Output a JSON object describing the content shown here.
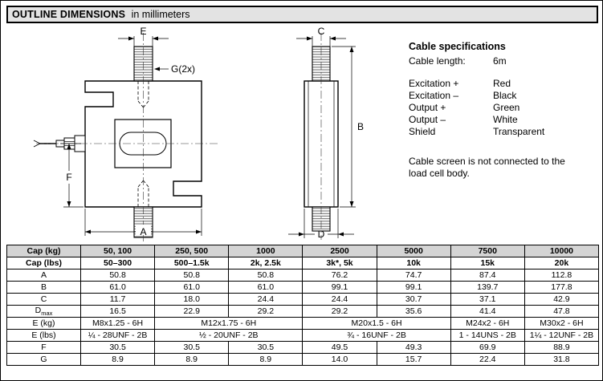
{
  "header": {
    "title": "OUTLINE DIMENSIONS",
    "subtitle": "in millimeters"
  },
  "drawing": {
    "labels": {
      "e": "E",
      "g": "G(2x)",
      "b": "B",
      "f": "F",
      "a": "A",
      "c": "C",
      "d": "D"
    }
  },
  "cable_specs": {
    "title": "Cable specifications",
    "length_label": "Cable length:",
    "length_value": "6m",
    "wires": [
      {
        "label": "Excitation +",
        "value": "Red"
      },
      {
        "label": "Excitation –",
        "value": "Black"
      },
      {
        "label": "Output +",
        "value": "Green"
      },
      {
        "label": "Output –",
        "value": "White"
      },
      {
        "label": "Shield",
        "value": "Transparent"
      }
    ],
    "note": "Cable screen is not connected to the load cell body."
  },
  "table": {
    "rows": [
      {
        "label": "Cap (kg)",
        "bold": true,
        "shaded": true,
        "hdr": false,
        "cells": [
          "50, 100",
          "250, 500",
          "1000",
          "2500",
          "5000",
          "7500",
          "10000"
        ]
      },
      {
        "label": "Cap (lbs)",
        "bold": true,
        "hdr": true,
        "cells": [
          "50–300",
          "500–1.5k",
          "2k, 2.5k",
          "3k*, 5k",
          "10k",
          "15k",
          "20k"
        ]
      },
      {
        "label": "A",
        "cells": [
          "50.8",
          "50.8",
          "50.8",
          "76.2",
          "74.7",
          "87.4",
          "112.8"
        ]
      },
      {
        "label": "B",
        "cells": [
          "61.0",
          "61.0",
          "61.0",
          "99.1",
          "99.1",
          "139.7",
          "177.8"
        ]
      },
      {
        "label": "C",
        "cells": [
          "11.7",
          "18.0",
          "24.4",
          "24.4",
          "30.7",
          "37.1",
          "42.9"
        ]
      },
      {
        "label": "D",
        "label_sub": "max",
        "cells": [
          "16.5",
          "22.9",
          "29.2",
          "29.2",
          "35.6",
          "41.4",
          "47.8"
        ]
      },
      {
        "label": "E (kg)",
        "spans": [
          {
            "text": "M8x1.25 - 6H",
            "span": 1
          },
          {
            "text": "M12x1.75 - 6H",
            "span": 2
          },
          {
            "text": "M20x1.5 - 6H",
            "span": 2
          },
          {
            "text": "M24x2 - 6H",
            "span": 1
          },
          {
            "text": "M30x2 - 6H",
            "span": 1
          }
        ]
      },
      {
        "label": "E (lbs)",
        "spans": [
          {
            "text": "¼ - 28UNF - 2B",
            "span": 1
          },
          {
            "text": "½ - 20UNF - 2B",
            "span": 2
          },
          {
            "text": "¾ - 16UNF - 2B",
            "span": 2
          },
          {
            "text": "1 - 14UNS - 2B",
            "span": 1
          },
          {
            "text": "1¼ - 12UNF - 2B",
            "span": 1
          }
        ]
      },
      {
        "label": "F",
        "cells": [
          "30.5",
          "30.5",
          "30.5",
          "49.5",
          "49.3",
          "69.9",
          "88.9"
        ]
      },
      {
        "label": "G",
        "cells": [
          "8.9",
          "8.9",
          "8.9",
          "14.0",
          "15.7",
          "22.4",
          "31.8"
        ]
      }
    ]
  }
}
